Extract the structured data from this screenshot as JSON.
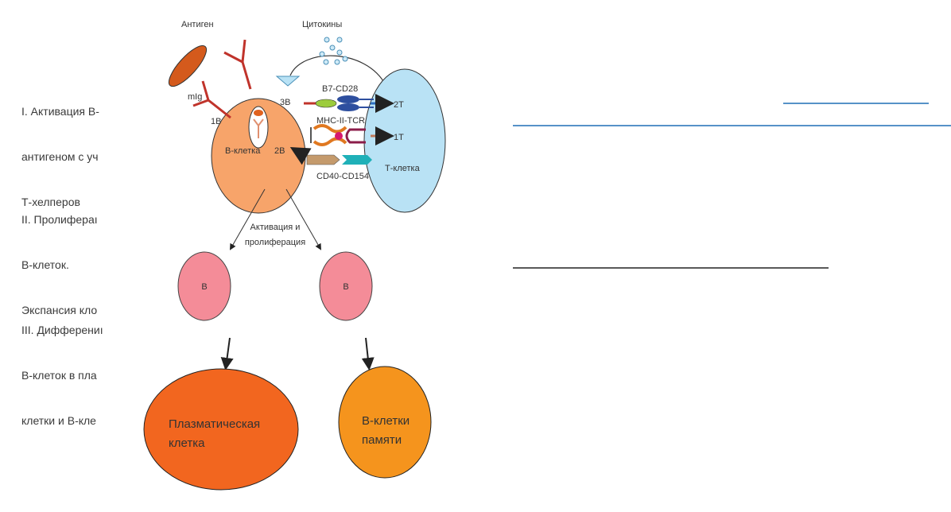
{
  "stages": [
    {
      "lines": [
        "I. Активация B-",
        "антигеном с уч",
        "Т-хелперов"
      ]
    },
    {
      "lines": [
        "II. Пролифераı",
        "B-клеток.",
        "Экспансия кло"
      ]
    },
    {
      "lines": [
        "III. Дифферениı",
        "B-клеток в пла",
        "клетки и B-кле"
      ]
    }
  ],
  "labels": {
    "antigen": "Антиген",
    "cytokines": "Цитокины",
    "mig": "mIg",
    "b_cell": "B-клетка",
    "t_cell": "Т-клетка",
    "site_1b": "1B",
    "site_2b": "2B",
    "site_3b": "3B",
    "site_1t": "1T",
    "site_2t": "2T",
    "b7_cd28": "B7-CD28",
    "mhc_tcr": "MHC-II-TCR",
    "cd40_cd154": "CD40-CD154",
    "activation": [
      "Активация и",
      "пролиферация"
    ],
    "b_small": "B",
    "plasma_cell": [
      "Плазматическая",
      "клетка"
    ],
    "memory_cell": [
      "B-клетки",
      "памяти"
    ]
  },
  "colors": {
    "b_cell": "#f7a46a",
    "t_cell": "#b9e2f5",
    "b_small": "#f48c98",
    "plasma": "#f2661f",
    "memory": "#f5941d",
    "antibody": "#c0332b",
    "link_blue": "#1f6fb5"
  }
}
